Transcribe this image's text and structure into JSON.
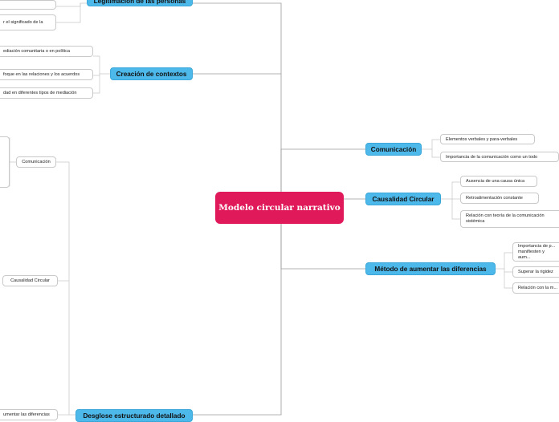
{
  "root": {
    "label": "Modelo circular narrativo"
  },
  "right_topics": [
    {
      "label": "Comunicación",
      "children": [
        "Elementos verbales y para-verbales",
        "Importancia de la comunicación como un todo"
      ]
    },
    {
      "label": "Causalidad Circular",
      "children": [
        "Ausencia de una causa única",
        "Retroalimentación constante",
        "Relación con teoría de la comunicación sistémica"
      ]
    },
    {
      "label": "Método de aumentar las diferencias",
      "children": [
        "Importancia de p... manifiesten y aum...",
        "Superar la rigidez",
        "Relación con la m..."
      ]
    }
  ],
  "left_topics": [
    {
      "label": "Legitimación de las personas",
      "children": [
        "",
        "r el significado de la"
      ]
    },
    {
      "label": "Creación de contextos",
      "children": [
        "ediación comunitaria o en política",
        "foque en las relaciones y los acuerdos",
        "dad en diferentes tipos de mediación"
      ]
    },
    {
      "label": "Desglose estructurado detallado",
      "children": [
        "Comunicación",
        "Causalidad Circular",
        "umentar las diferencias"
      ]
    }
  ]
}
